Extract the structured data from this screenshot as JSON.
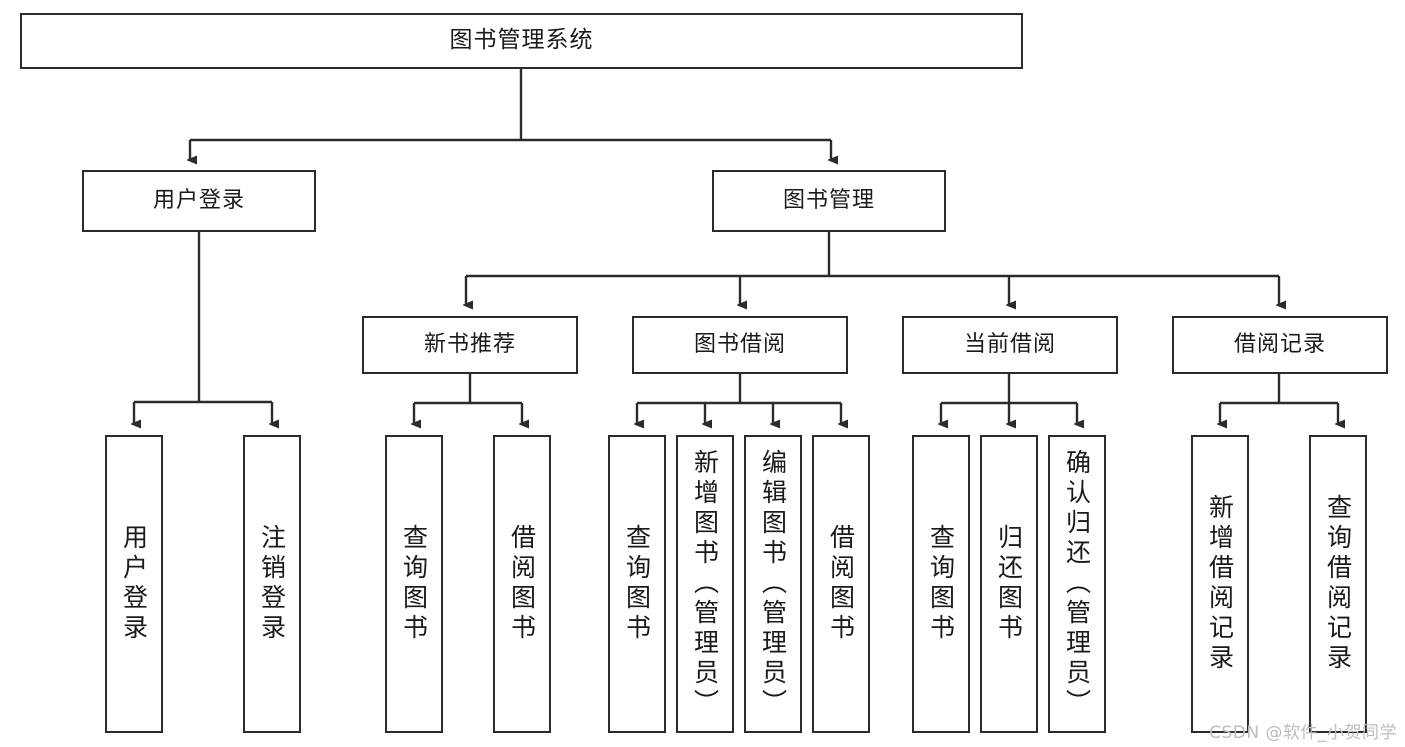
{
  "diagram": {
    "title": "图书管理系统",
    "watermark": "CSDN @软件_小贺同学",
    "line_color": "#2b2b2b",
    "box_fill": "#ffffff",
    "text_color": "#1a1a1a",
    "nodes": {
      "root": {
        "label": "图书管理系统"
      },
      "level2": [
        {
          "id": "user-login",
          "label": "用户登录"
        },
        {
          "id": "book-management",
          "label": "图书管理"
        }
      ],
      "level3": [
        {
          "id": "new-book-recommend",
          "label": "新书推荐"
        },
        {
          "id": "book-borrow",
          "label": "图书借阅"
        },
        {
          "id": "current-borrow",
          "label": "当前借阅"
        },
        {
          "id": "borrow-record",
          "label": "借阅记录"
        }
      ],
      "leaves": {
        "user_login": [
          {
            "id": "user-login-leaf",
            "label": "用户登录"
          },
          {
            "id": "logout-leaf",
            "label": "注销登录"
          }
        ],
        "new_book_recommend": [
          {
            "id": "query-book-1",
            "label": "查询图书"
          },
          {
            "id": "borrow-book-1",
            "label": "借阅图书"
          }
        ],
        "book_borrow": [
          {
            "id": "query-book-2",
            "label": "查询图书"
          },
          {
            "id": "add-book-admin",
            "label": "新增图书（管理员）"
          },
          {
            "id": "edit-book-admin",
            "label": "编辑图书（管理员）"
          },
          {
            "id": "borrow-book-2",
            "label": "借阅图书"
          }
        ],
        "current_borrow": [
          {
            "id": "query-book-3",
            "label": "查询图书"
          },
          {
            "id": "return-book",
            "label": "归还图书"
          },
          {
            "id": "confirm-return-admin",
            "label": "确认归还（管理员）"
          }
        ],
        "borrow_record": [
          {
            "id": "add-borrow-record",
            "label": "新增借阅记录"
          },
          {
            "id": "query-borrow-record",
            "label": "查询借阅记录"
          }
        ]
      }
    }
  }
}
